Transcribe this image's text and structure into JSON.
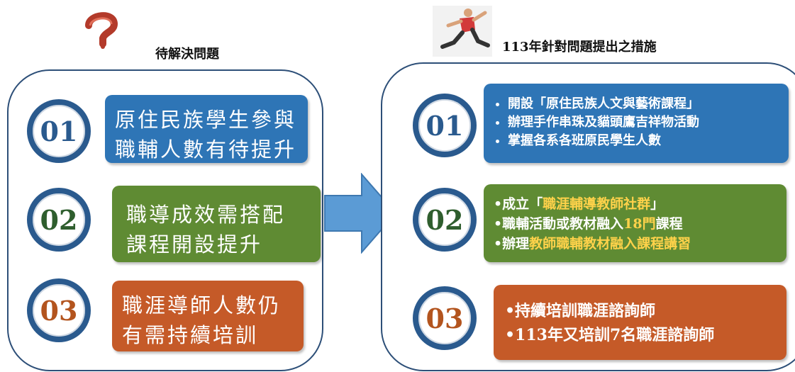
{
  "left": {
    "title": "待解決問題",
    "items": [
      {
        "num": "01",
        "lines": [
          "原住民族學生參與",
          "職輔人數有待提升"
        ]
      },
      {
        "num": "02",
        "lines": [
          "職導成效需搭配",
          "課程開設提升"
        ]
      },
      {
        "num": "03",
        "lines": [
          "職涯導師人數仍",
          "有需持續培訓"
        ]
      }
    ]
  },
  "right": {
    "title": "113年針對問題提出之措施",
    "items": [
      {
        "num": "01",
        "bullets": [
          "開設「原住民族人文與藝術課程」",
          "辦理手作串珠及貓頭鷹吉祥物活動",
          "掌握各系各班原民學生人數"
        ]
      },
      {
        "num": "02",
        "bullets": [
          {
            "pre": "•成立「",
            "hl": "職涯輔導教師社群",
            "post": "」"
          },
          {
            "pre": "•職輔活動或教材融入",
            "hl": "18門",
            "post": "課程"
          },
          {
            "pre": "•辦理",
            "hl": "教師職輔教材融入課程講習",
            "post": ""
          }
        ]
      },
      {
        "num": "03",
        "bullets": [
          "•持續培訓職涯諮詢師",
          "•113年又培訓7名職涯諮詢師"
        ]
      }
    ]
  },
  "colors": {
    "blue": "#2e75b6",
    "green": "#5f8b33",
    "orange": "#c55a28",
    "highlight": "#ffd24a",
    "arrow": "#5b9bd5"
  },
  "icons": {
    "left": "question-mark-icon",
    "right": "runner-icon"
  }
}
